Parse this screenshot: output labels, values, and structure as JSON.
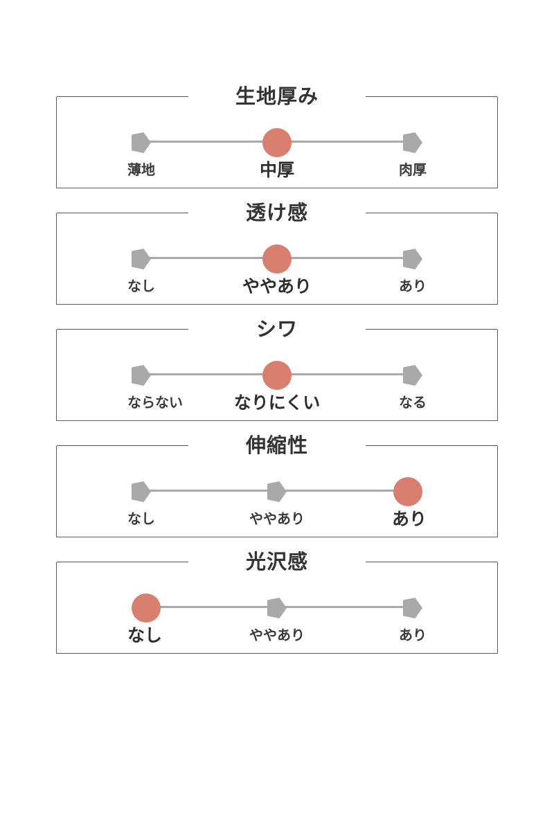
{
  "colors": {
    "active_marker": "#d97f70",
    "inactive_marker": "#a9a9a9",
    "track": "#a9a9a9",
    "border": "#5a5a5a",
    "title_text": "#333333",
    "label_text": "#3a3a3a",
    "background": "#ffffff"
  },
  "panels": [
    {
      "title": "生地厚み",
      "selected_index": 1,
      "stops": [
        {
          "label": "薄地",
          "selected": false
        },
        {
          "label": "中厚",
          "selected": true
        },
        {
          "label": "肉厚",
          "selected": false
        }
      ]
    },
    {
      "title": "透け感",
      "selected_index": 1,
      "stops": [
        {
          "label": "なし",
          "selected": false
        },
        {
          "label": "ややあり",
          "selected": true
        },
        {
          "label": "あり",
          "selected": false
        }
      ]
    },
    {
      "title": "シワ",
      "selected_index": 1,
      "stops": [
        {
          "label": "ならない",
          "selected": false
        },
        {
          "label": "なりにくい",
          "selected": true
        },
        {
          "label": "なる",
          "selected": false
        }
      ]
    },
    {
      "title": "伸縮性",
      "selected_index": 2,
      "stops": [
        {
          "label": "なし",
          "selected": false
        },
        {
          "label": "ややあり",
          "selected": false
        },
        {
          "label": "あり",
          "selected": true
        }
      ]
    },
    {
      "title": "光沢感",
      "selected_index": 0,
      "stops": [
        {
          "label": "なし",
          "selected": true
        },
        {
          "label": "ややあり",
          "selected": false
        },
        {
          "label": "あり",
          "selected": false
        }
      ]
    }
  ]
}
